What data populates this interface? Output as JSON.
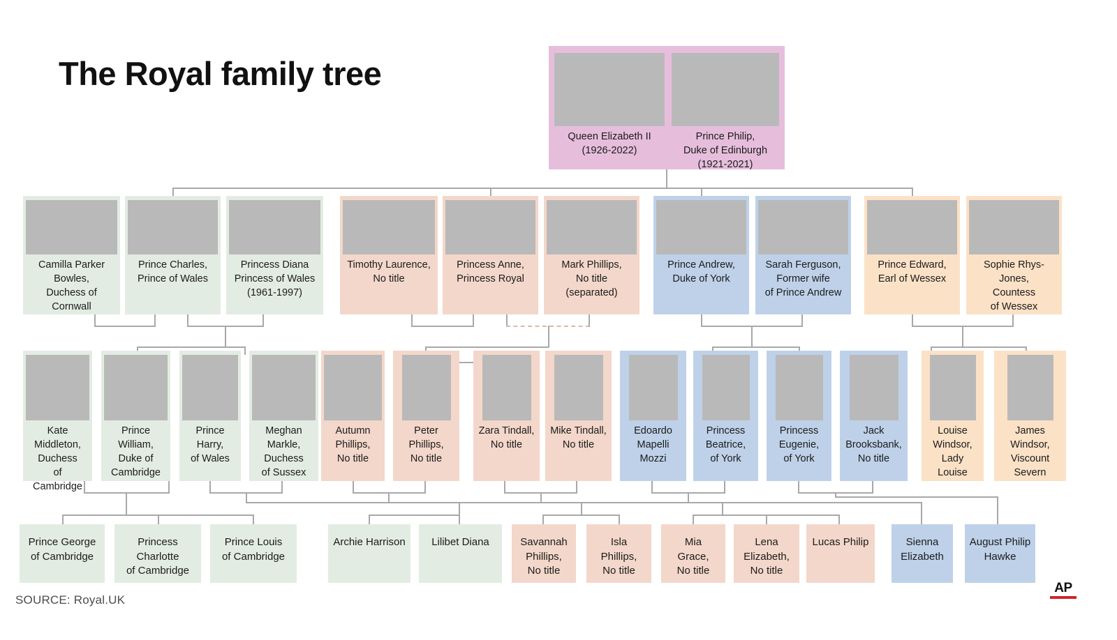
{
  "page": {
    "title": "The Royal family tree",
    "source": "SOURCE: Royal.UK",
    "logo_text": "AP"
  },
  "colors": {
    "root_box": "#dfa7d0",
    "green": "#e3ece2",
    "peach": "#f3d7ca",
    "blue": "#bed1e9",
    "cream": "#fbe1c6",
    "connector": "#a8a8a8",
    "ap_red": "#d2232a"
  },
  "generation_1": [
    {
      "id": "queen-elizabeth-ii",
      "name": "Queen Elizabeth II\n(1926-2022)",
      "tint": "lilac"
    },
    {
      "id": "prince-philip",
      "name": "Prince Philip,\nDuke of Edinburgh\n(1921-2021)",
      "tint": "lilac"
    }
  ],
  "generation_2": [
    {
      "id": "camilla-parker-bowles",
      "name": "Camilla Parker\nBowles,\nDuchess of Cornwall",
      "tint": "green"
    },
    {
      "id": "prince-charles",
      "name": "Prince Charles,\nPrince of Wales",
      "tint": "green"
    },
    {
      "id": "princess-diana",
      "name": "Princess Diana\nPrincess of Wales\n(1961-1997)",
      "tint": "green"
    },
    {
      "id": "timothy-laurence",
      "name": "Timothy Laurence,\nNo title",
      "tint": "peach"
    },
    {
      "id": "princess-anne",
      "name": "Princess Anne,\nPrincess Royal",
      "tint": "peach"
    },
    {
      "id": "mark-phillips",
      "name": "Mark Phillips,\nNo title\n(separated)",
      "tint": "peach"
    },
    {
      "id": "prince-andrew",
      "name": "Prince Andrew,\nDuke of York",
      "tint": "blue"
    },
    {
      "id": "sarah-ferguson",
      "name": "Sarah Ferguson,\nFormer wife\nof Prince Andrew",
      "tint": "blue"
    },
    {
      "id": "prince-edward",
      "name": "Prince Edward,\nEarl of Wessex",
      "tint": "cream"
    },
    {
      "id": "sophie-rhys-jones",
      "name": "Sophie Rhys-Jones,\nCountess\nof Wessex",
      "tint": "cream"
    }
  ],
  "generation_3": [
    {
      "id": "kate-middleton",
      "name": "Kate\nMiddleton,\nDuchess\nof Cambridge",
      "tint": "green"
    },
    {
      "id": "prince-william",
      "name": "Prince\nWilliam,\nDuke of\nCambridge",
      "tint": "green"
    },
    {
      "id": "prince-harry",
      "name": "Prince\nHarry,\nof Wales",
      "tint": "green"
    },
    {
      "id": "meghan-markle",
      "name": "Meghan\nMarkle,\nDuchess\nof Sussex",
      "tint": "green"
    },
    {
      "id": "autumn-phillips",
      "name": "Autumn\nPhillips,\nNo title",
      "tint": "peach"
    },
    {
      "id": "peter-phillips",
      "name": "Peter Phillips,\nNo title",
      "tint": "peach"
    },
    {
      "id": "zara-tindall",
      "name": "Zara Tindall,\nNo title",
      "tint": "peach"
    },
    {
      "id": "mike-tindall",
      "name": "Mike Tindall,\nNo title",
      "tint": "peach"
    },
    {
      "id": "edoardo-mapelli-mozzi",
      "name": "Edoardo\nMapelli\nMozzi",
      "tint": "blue"
    },
    {
      "id": "princess-beatrice",
      "name": "Princess\nBeatrice,\nof York",
      "tint": "blue"
    },
    {
      "id": "princess-eugenie",
      "name": "Princess\nEugenie,\nof York",
      "tint": "blue"
    },
    {
      "id": "jack-brooksbank",
      "name": "Jack\nBrooksbank,\nNo title",
      "tint": "blue"
    },
    {
      "id": "louise-windsor",
      "name": "Louise\nWindsor,\nLady\nLouise",
      "tint": "cream"
    },
    {
      "id": "james-windsor",
      "name": "James Windsor,\nViscount\nSevern",
      "tint": "cream"
    }
  ],
  "generation_4": [
    {
      "id": "prince-george",
      "name": "Prince George\nof Cambridge",
      "tint": "green"
    },
    {
      "id": "princess-charlotte",
      "name": "Princess\nCharlotte\nof Cambridge",
      "tint": "green"
    },
    {
      "id": "prince-louis",
      "name": "Prince Louis\nof Cambridge",
      "tint": "green"
    },
    {
      "id": "archie-harrison",
      "name": "Archie Harrison",
      "tint": "green"
    },
    {
      "id": "lilibet-diana",
      "name": "Lilibet Diana",
      "tint": "green"
    },
    {
      "id": "savannah-phillips",
      "name": "Savannah\nPhillips,\nNo title",
      "tint": "peach"
    },
    {
      "id": "isla-phillips",
      "name": "Isla\nPhillips,\nNo title",
      "tint": "peach"
    },
    {
      "id": "mia-grace",
      "name": "Mia\nGrace,\nNo title",
      "tint": "peach"
    },
    {
      "id": "lena-elizabeth",
      "name": "Lena\nElizabeth,\nNo title",
      "tint": "peach"
    },
    {
      "id": "lucas-philip",
      "name": "Lucas Philip",
      "tint": "peach"
    },
    {
      "id": "sienna-elizabeth",
      "name": "Sienna\nElizabeth",
      "tint": "blue"
    },
    {
      "id": "august-philip-hawke",
      "name": "August Philip\nHawke",
      "tint": "blue"
    }
  ]
}
